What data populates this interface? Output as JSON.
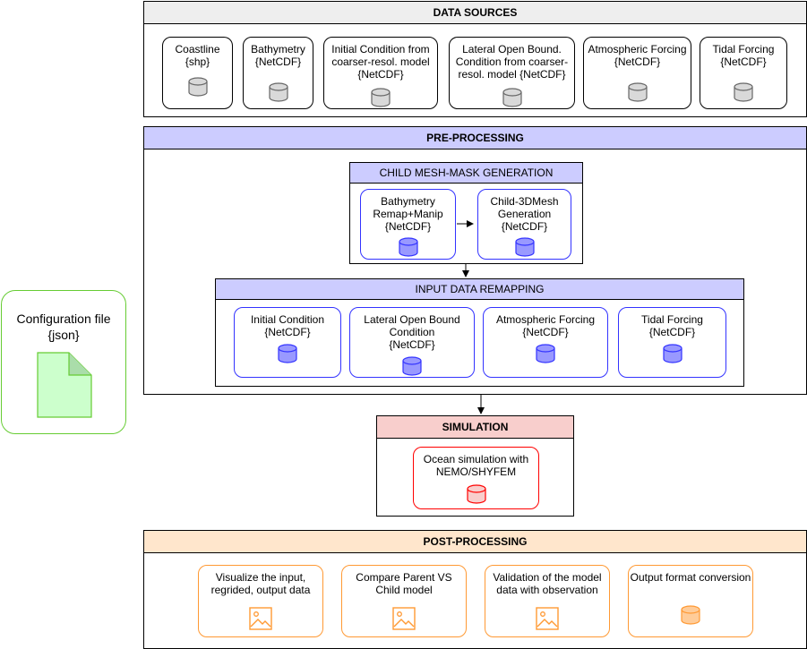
{
  "config": {
    "label": "Configuration file\n{json}",
    "icon": "json-file-icon",
    "color": "#66cc33"
  },
  "data_sources": {
    "title": "DATA SOURCES",
    "items": [
      {
        "label": "Coastline\n{shp}",
        "icon": "database-icon"
      },
      {
        "label": "Bathymetry\n{NetCDF}",
        "icon": "database-icon"
      },
      {
        "label": "Initial Condition from\ncoarser-resol. model\n{NetCDF}",
        "icon": "database-icon"
      },
      {
        "label": "Lateral Open Bound.\nCondition from coarser-\nresol. model {NetCDF}",
        "icon": "database-icon"
      },
      {
        "label": "Atmospheric Forcing\n{NetCDF}",
        "icon": "database-icon"
      },
      {
        "label": "Tidal Forcing\n{NetCDF}",
        "icon": "database-icon"
      }
    ]
  },
  "pre_processing": {
    "title": "PRE-PROCESSING",
    "mesh": {
      "title": "CHILD MESH-MASK GENERATION",
      "items": [
        {
          "label": "Bathymetry\nRemap+Manip\n{NetCDF}",
          "icon": "database-icon"
        },
        {
          "label": "Child-3DMesh\nGeneration\n{NetCDF}",
          "icon": "database-icon"
        }
      ]
    },
    "remap": {
      "title": "INPUT DATA REMAPPING",
      "items": [
        {
          "label": "Initial Condition\n{NetCDF}",
          "icon": "database-icon"
        },
        {
          "label": "Lateral Open Bound\nCondition\n{NetCDF}",
          "icon": "database-icon"
        },
        {
          "label": "Atmospheric Forcing\n{NetCDF}",
          "icon": "database-icon"
        },
        {
          "label": "Tidal Forcing\n{NetCDF}",
          "icon": "database-icon"
        }
      ]
    }
  },
  "simulation": {
    "title": "SIMULATION",
    "item": {
      "label": "Ocean simulation with\nNEMO/SHYFEM",
      "icon": "database-icon"
    }
  },
  "post_processing": {
    "title": "POST-PROCESSING",
    "items": [
      {
        "label": "Visualize the input,\nregrided, output data",
        "icon": "image-icon"
      },
      {
        "label": "Compare Parent VS\nChild model",
        "icon": "image-icon"
      },
      {
        "label": "Validation of the model\ndata with observation",
        "icon": "image-icon"
      },
      {
        "label": "Output format conversion",
        "icon": "database-icon"
      }
    ]
  },
  "colors": {
    "gray_header": "#eeeeee",
    "blue_header": "#ccccff",
    "red_header": "#f8cecc",
    "orange_header": "#ffe6cc",
    "blue": "#3333ff",
    "red": "#ff0000",
    "orange": "#ff9933"
  }
}
